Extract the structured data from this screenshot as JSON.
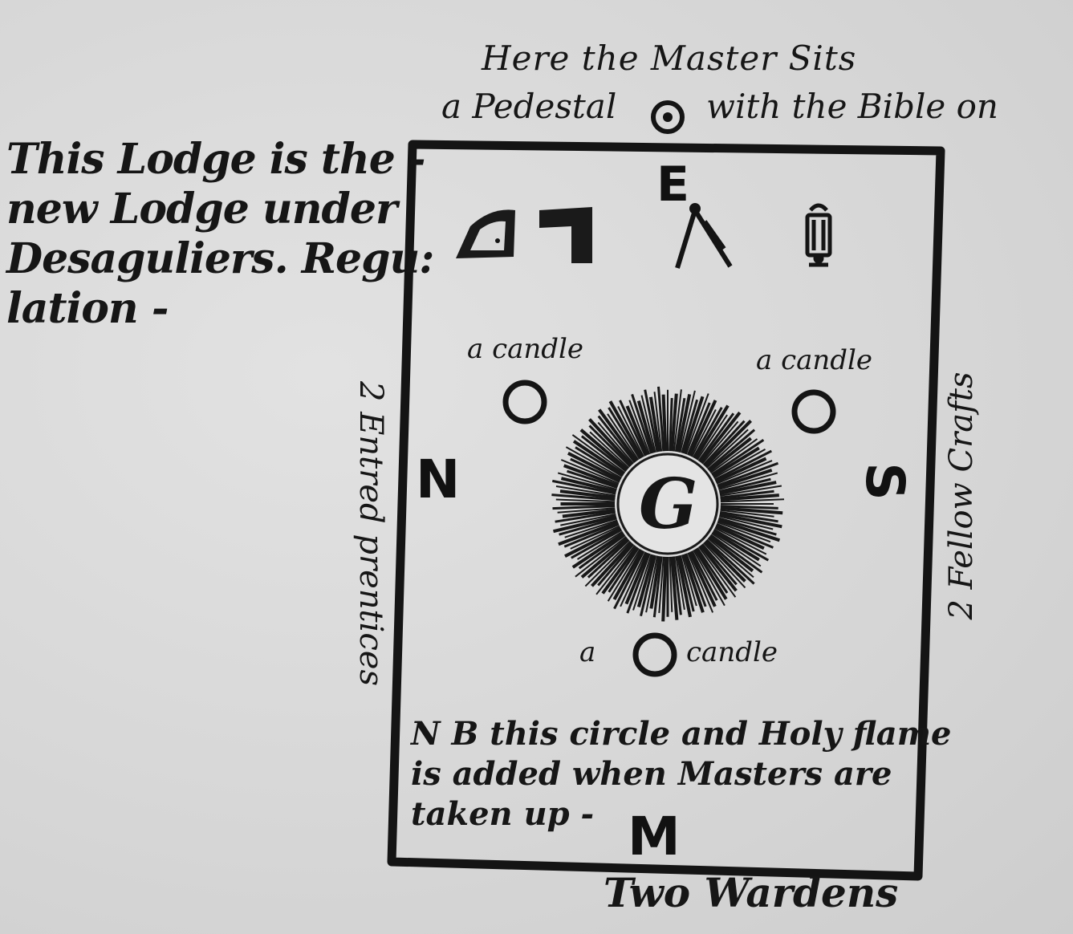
{
  "left_note": {
    "line1": "This Lodge is the -",
    "line2": "new Lodge under",
    "line3": "Desaguliers. Regu:",
    "line4": "lation -"
  },
  "top_note": {
    "line1": "Here the Master Sits",
    "line2_a": "a Pedestal",
    "line2_b": "with the Bible on"
  },
  "compass_points": {
    "east": "E",
    "north": "N",
    "south": "S",
    "west": "M"
  },
  "candles": {
    "upper_left": "a candle",
    "upper_right": "a candle",
    "bottom_prefix": "a",
    "bottom_suffix": "candle"
  },
  "center_letter": "G",
  "side_notes": {
    "left": "2 Entred prentices",
    "right": "2 Fellow Crafts"
  },
  "nb_note": {
    "line1": "N B this circle and Holy flame",
    "line2": "is added when Masters are",
    "line3": "taken up -"
  },
  "bottom_note": "Two Wardens",
  "colors": {
    "ink": "#141414",
    "paper": "#d9d9d9"
  }
}
